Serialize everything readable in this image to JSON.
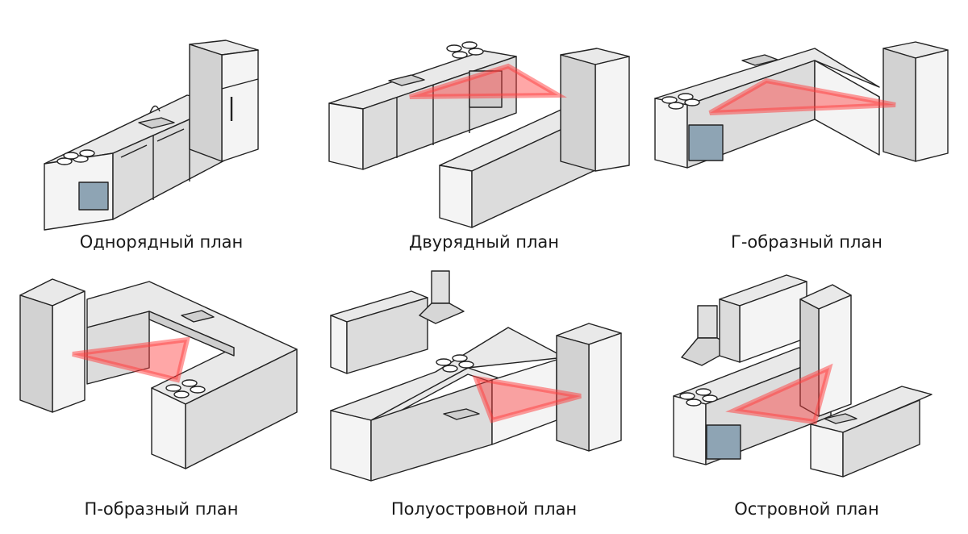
{
  "layouts": [
    {
      "caption": "Однорядный план"
    },
    {
      "caption": "Двурядный план"
    },
    {
      "caption": "Г-образный план"
    },
    {
      "caption": "П-образный план"
    },
    {
      "caption": "Полуостровной план"
    },
    {
      "caption": "Островной план"
    }
  ],
  "colors": {
    "outline": "#222222",
    "top": "#e9e9e9",
    "front": "#f4f4f4",
    "side": "#d2d2d2",
    "oven_glass": "#8ea4b4",
    "triangle": "#ff3c3c"
  },
  "icons": [
    "refrigerator-icon",
    "stove-icon",
    "sink-icon",
    "range-hood-icon",
    "work-triangle-icon"
  ]
}
